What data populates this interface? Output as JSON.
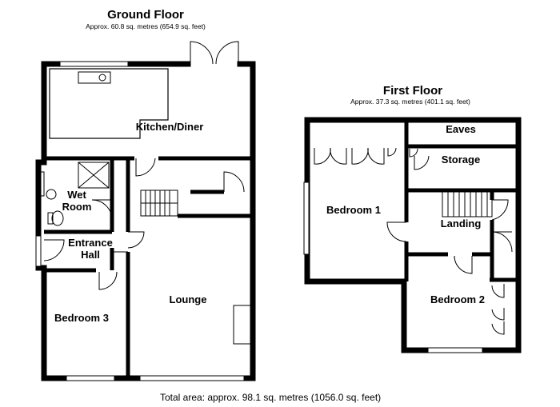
{
  "ground_floor": {
    "title": "Ground Floor",
    "area": "Approx. 60.8 sq. metres (654.9 sq. feet)",
    "rooms": {
      "kitchen": "Kitchen/Diner",
      "wet_room": "Wet\nRoom",
      "entrance_hall": "Entrance\nHall",
      "lounge": "Lounge",
      "bedroom3": "Bedroom 3"
    }
  },
  "first_floor": {
    "title": "First Floor",
    "area": "Approx. 37.3 sq. metres (401.1 sq. feet)",
    "rooms": {
      "eaves": "Eaves",
      "storage": "Storage",
      "bedroom1": "Bedroom 1",
      "landing": "Landing",
      "bedroom2": "Bedroom 2"
    }
  },
  "total_area": "Total area: approx. 98.1 sq. metres (1056.0 sq. feet)"
}
